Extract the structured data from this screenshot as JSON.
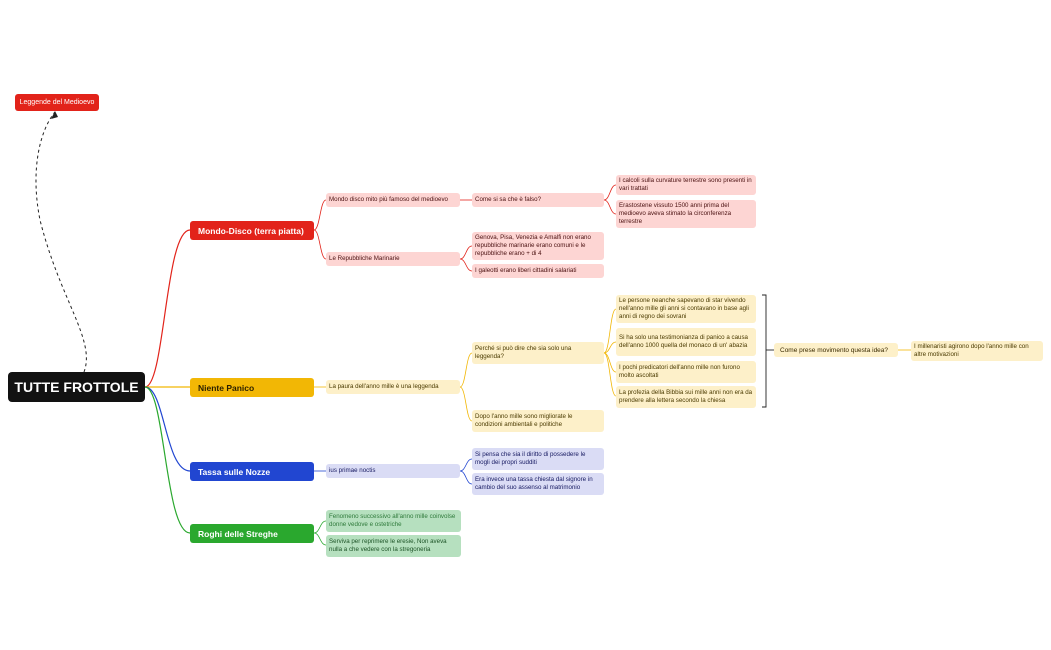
{
  "root": "TUTTE FROTTOLE",
  "tag": "Leggende del Medioevo",
  "colors": {
    "red": "#e2231a",
    "yellow": "#f2b705",
    "blue": "#2146d1",
    "green": "#2aa82e"
  },
  "branches": {
    "mondo": {
      "title": "Mondo-Disco (terra piatta)",
      "sub1": "Mondo disco mito più famoso del medioevo",
      "sub1_child": "Come si sa che è falso?",
      "sub1_leaves": [
        "I calcoli sulla curvature terrestre sono presenti in vari trattati",
        "Erastostene vissuto 1500 anni prima del medioevo aveva stimato la circonferenza terrestre"
      ],
      "sub2": "Le Repubbliche Marinarie",
      "sub2_leaves": [
        "Genova, Pisa, Venezia e Amalfi non erano repubbliche marinarie erano comuni e le repubbliche erano + di 4",
        "I galeotti erano liberi cittadini salariati"
      ]
    },
    "panico": {
      "title": "Niente Panico",
      "sub": "La paura dell'anno mille è una leggenda",
      "q1": "Perché si può dire che sia solo una leggenda?",
      "q1_leaves": [
        "Le persone neanche sapevano di star vivendo nell'anno mille gli anni si contavano in base agli anni di regno dei sovrani",
        "Si ha solo una testimonianza di panico a causa dell'anno 1000 quella del monaco di un' abazia",
        " I pochi predicatori dell'anno mille non furono molto ascoltati",
        "La profezia della Bibbia sui mille anni non era da prendere alla lettera secondo la chiesa"
      ],
      "q2": "Dopo l'anno mille sono migliorate le condizioni ambientali e politiche",
      "summary_q": "Come prese movimento questa idea?",
      "summary_a": "I millenaristi agirono dopo l'anno mille con altre motivazioni"
    },
    "nozze": {
      "title": "Tassa sulle Nozze",
      "sub": "ius primae noctis",
      "leaves": [
        "Si pensa che sia il diritto di possedere le mogli dei propri sudditi",
        "Era invece una tassa chiesta dal signore in cambio del suo assenso al matrimonio"
      ]
    },
    "streghe": {
      "title": "Roghi delle Streghe",
      "leaves": [
        "Fenomeno successivo all'anno mille coinvolse donne vedove e ostetriche",
        "Serviva per reprimere le eresie, Non aveva nulla a che vedere con la stregoneria"
      ]
    }
  }
}
